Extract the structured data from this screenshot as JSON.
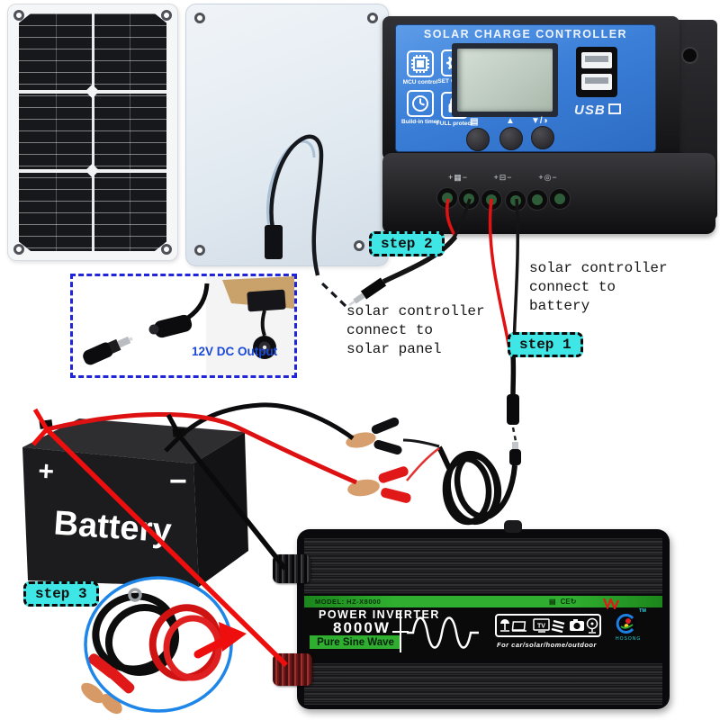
{
  "steps": {
    "step1": "step 1",
    "step2": "step 2",
    "step3": "step 3"
  },
  "notes": {
    "panel_note": [
      "solar controller",
      "connect to",
      "solar panel"
    ],
    "battery_note": [
      "solar controller",
      "connect to",
      "battery"
    ]
  },
  "dc_detail": {
    "label": "12V DC Output"
  },
  "battery": {
    "label": "Battery",
    "plus": "+",
    "minus": "−"
  },
  "controller": {
    "title": "SOLAR CHARGE CONTROLLER",
    "features": [
      {
        "icon": "chip-icon",
        "lines": [
          "MCU",
          "control"
        ]
      },
      {
        "icon": "gear-icon",
        "lines": [
          "SET",
          "voltage"
        ]
      },
      {
        "icon": "clock-icon",
        "lines": [
          "Build-in",
          "timer"
        ]
      },
      {
        "icon": "lock-icon",
        "lines": [
          "FULL",
          "protect"
        ]
      }
    ],
    "buttons": [
      "▤",
      "▲",
      "▼/◑"
    ],
    "terminals": [
      "+▦−",
      "+⊟−",
      "+◎−"
    ],
    "usb_label": "USB"
  },
  "inverter": {
    "model": "MODEL: HZ-X8000",
    "cert": "CE",
    "title": "POWER INVERTER",
    "power": "8000W",
    "wave_label": "Pure Sine Wave",
    "uses": "For car/solar/home/outdoor",
    "tv": "TV",
    "tm": "TM",
    "brand": "HOSONG"
  },
  "colors": {
    "step_badge_bg": "#3fe6e6",
    "dashed_box_border": "#2026d8",
    "dc_label_blue": "#1b49d8",
    "controller_face_blue": "#3b7fd8",
    "inverter_green": "#2fae2f",
    "annotation_red": "#ee0e0e",
    "circle_blue": "#1d86e8"
  }
}
